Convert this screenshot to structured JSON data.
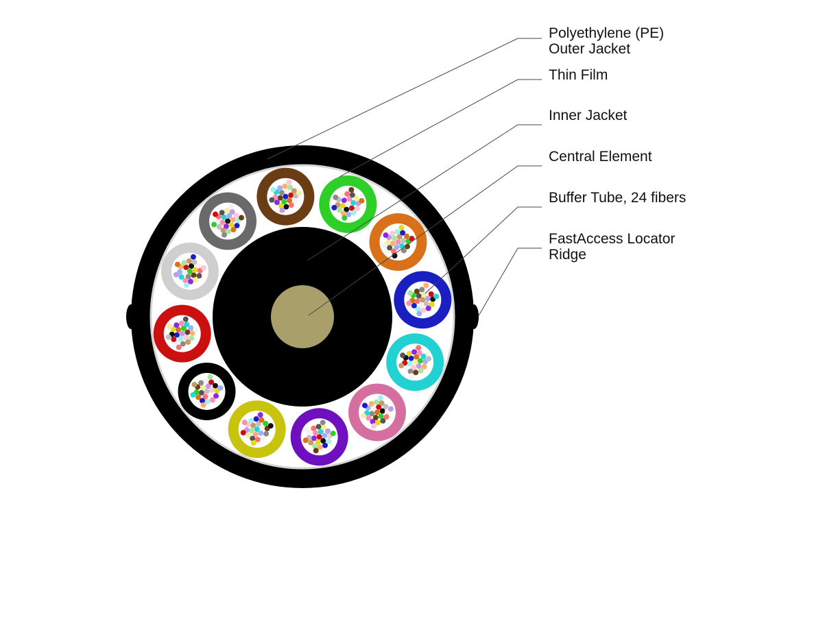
{
  "labels": [
    {
      "lines": [
        "Polyethylene (PE)",
        "Outer Jacket"
      ]
    },
    {
      "lines": [
        "Thin Film"
      ]
    },
    {
      "lines": [
        "Inner Jacket"
      ]
    },
    {
      "lines": [
        "Central Element"
      ]
    },
    {
      "lines": [
        "Buffer Tube, 24 fibers"
      ]
    },
    {
      "lines": [
        "FastAccess Locator",
        "Ridge"
      ]
    }
  ],
  "colors": {
    "outer_jacket": "#000000",
    "thin_film": "#d4d4d4",
    "inner_jacket": "#000000",
    "central_element": "#a89f6b",
    "leader_line": "#444444"
  },
  "buffer_tubes": [
    {
      "color_name": "brown",
      "color": "#6b3d14"
    },
    {
      "color_name": "green",
      "color": "#2fcf2a"
    },
    {
      "color_name": "orange",
      "color": "#d9701a"
    },
    {
      "color_name": "blue",
      "color": "#1a1fc2"
    },
    {
      "color_name": "aqua",
      "color": "#22d1d1"
    },
    {
      "color_name": "rose",
      "color": "#d46fa0"
    },
    {
      "color_name": "violet",
      "color": "#6e10c0"
    },
    {
      "color_name": "yellow",
      "color": "#c8c40e"
    },
    {
      "color_name": "black",
      "color": "#000000"
    },
    {
      "color_name": "red",
      "color": "#cc1010"
    },
    {
      "color_name": "white",
      "color": "#cfcfcf"
    },
    {
      "color_name": "slate",
      "color": "#6a6a6a"
    }
  ],
  "fiber_colors": [
    "#1a1fc2",
    "#d9701a",
    "#2fcf2a",
    "#6b3d14",
    "#8a8a8a",
    "#f2f2f2",
    "#cc1010",
    "#111111",
    "#e6d820",
    "#8a2be2",
    "#ff8fb0",
    "#20d6d6",
    "#9db0ff",
    "#ffb070",
    "#a8e6a0",
    "#c79a6a",
    "#c0c0c0",
    "#fff0f0",
    "#ff7070",
    "#555555",
    "#f5ee9a",
    "#c49ae6",
    "#ffc8d8",
    "#a0f0f0"
  ]
}
